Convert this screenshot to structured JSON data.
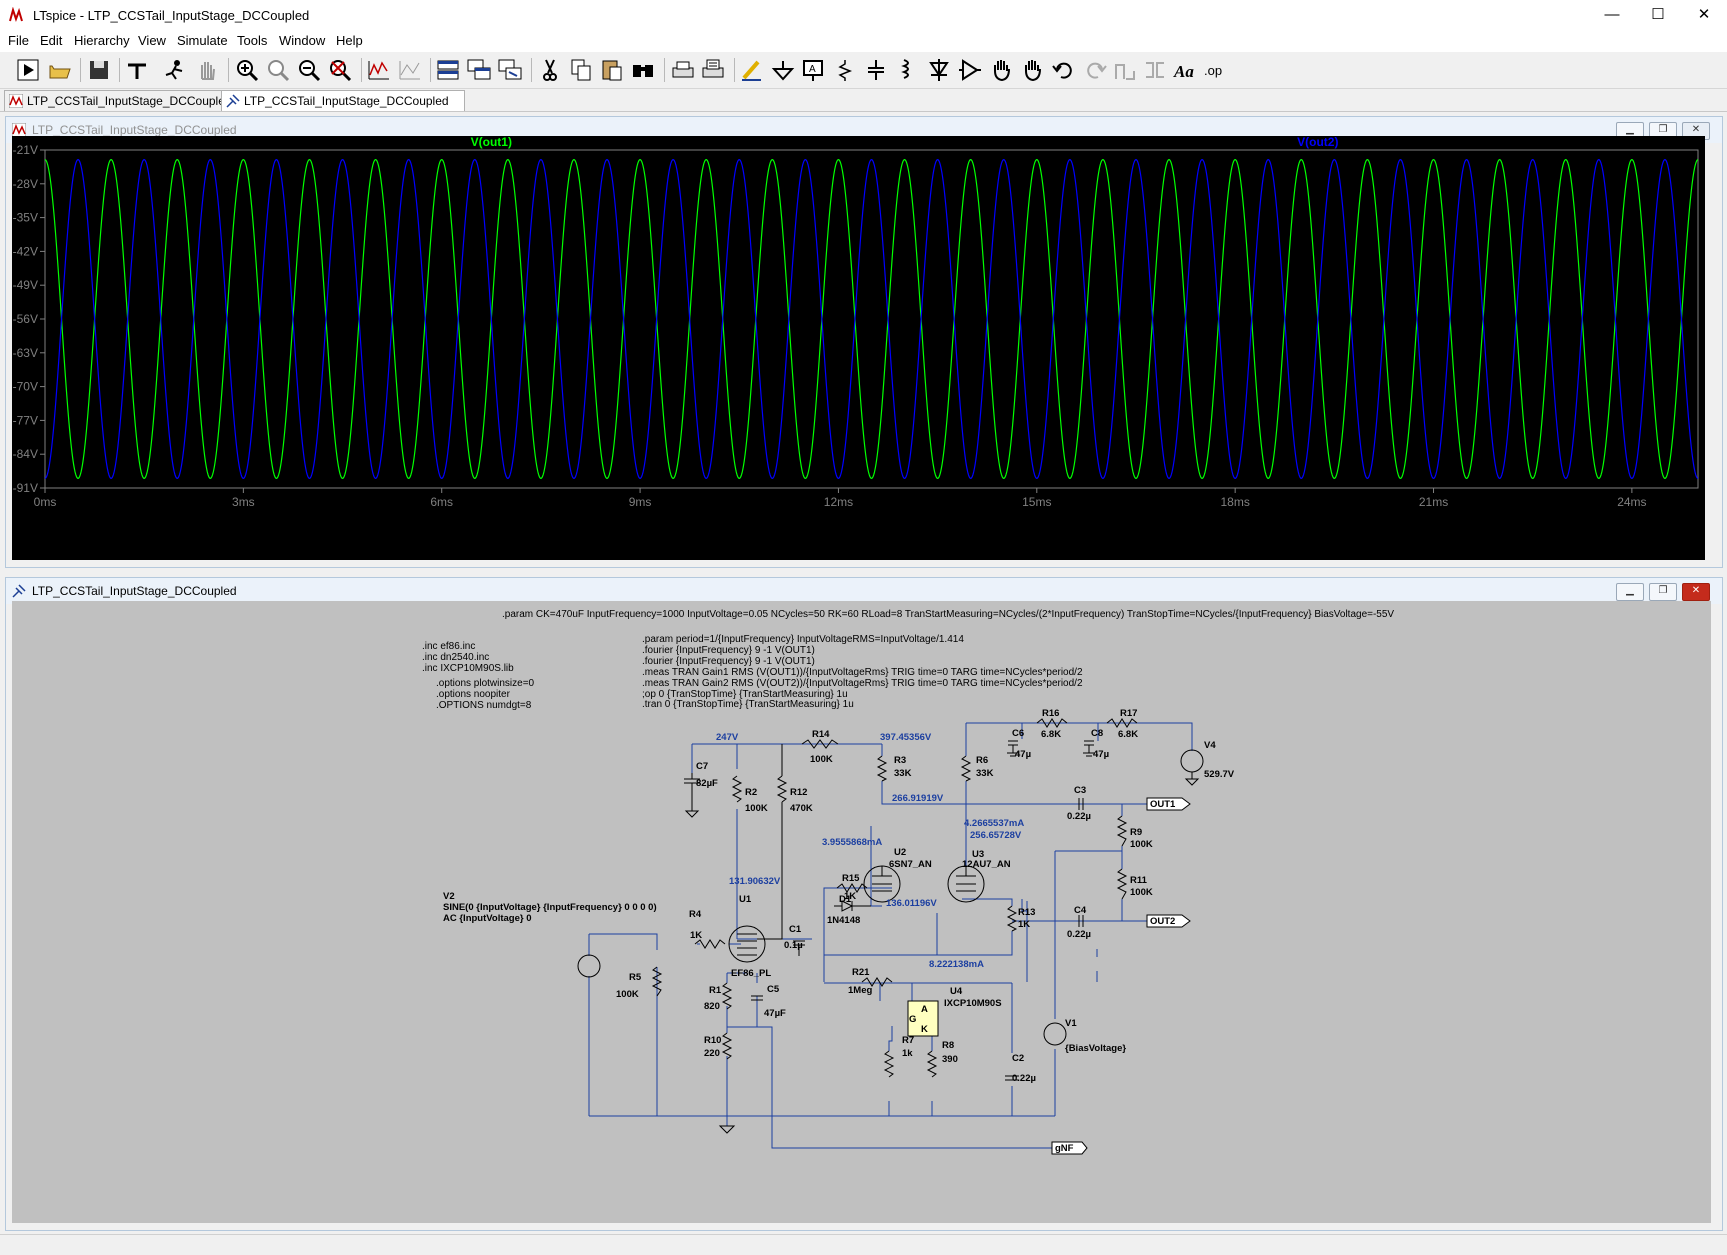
{
  "window": {
    "title": "LTspice - LTP_CCSTail_InputStage_DCCoupled",
    "minimize": "—",
    "maximize": "☐",
    "close": "✕"
  },
  "menu": [
    "File",
    "Edit",
    "Hierarchy",
    "View",
    "Simulate",
    "Tools",
    "Window",
    "Help"
  ],
  "toolbar": [
    "run-icon",
    "open-icon",
    "save-icon",
    "control-panel-icon",
    "run-halt-icon",
    "pan-hand-icon",
    "zoom-in-icon",
    "zoom-area-icon",
    "zoom-out-icon",
    "zoom-fit-icon",
    "autoscale-icon",
    "pick-trace-icon",
    "tile-horizontal-icon",
    "cascade-icon",
    "tile-vertical-icon",
    "cut-icon",
    "copy-icon",
    "paste-icon",
    "find-icon",
    "print-setup-icon",
    "print-icon",
    "draw-wire-icon",
    "ground-icon",
    "label-net-icon",
    "resistor-icon",
    "capacitor-icon",
    "inductor-icon",
    "diode-icon",
    "component-icon",
    "move-hand-icon",
    "drag-hand-icon",
    "undo-icon",
    "redo-icon",
    "rotate-icon",
    "mirror-icon",
    "text-icon",
    "spice-directive-icon"
  ],
  "tabs": [
    {
      "label": "LTP_CCSTail_InputStage_DCCoupled",
      "icon": "waveform-icon",
      "active": false
    },
    {
      "label": "LTP_CCSTail_InputStage_DCCoupled",
      "icon": "schematic-icon",
      "active": true
    }
  ],
  "waveform_window": {
    "title": "LTP_CCSTail_InputStage_DCCoupled",
    "chart_data": {
      "type": "line",
      "background": "#000000",
      "xlim_ms": [
        0,
        25
      ],
      "ylim_V": [
        -91,
        -21
      ],
      "x_ticks": [
        "0ms",
        "3ms",
        "6ms",
        "9ms",
        "12ms",
        "15ms",
        "18ms",
        "21ms",
        "24ms"
      ],
      "x_tick_values": [
        0,
        3,
        6,
        9,
        12,
        15,
        18,
        21,
        24
      ],
      "y_ticks": [
        "-21V",
        "-28V",
        "-35V",
        "-42V",
        "-49V",
        "-56V",
        "-63V",
        "-70V",
        "-77V",
        "-84V",
        "-91V"
      ],
      "y_tick_values": [
        -21,
        -28,
        -35,
        -42,
        -49,
        -56,
        -63,
        -70,
        -77,
        -84,
        -91
      ],
      "series": [
        {
          "name": "V(out1)",
          "color": "#00ff00",
          "frequency_hz": 1000,
          "center_V": -56,
          "amplitude_V": 33,
          "phase_deg": 90
        },
        {
          "name": "V(out2)",
          "color": "#0000ff",
          "frequency_hz": 1000,
          "center_V": -56,
          "amplitude_V": 33,
          "phase_deg": 270
        }
      ]
    }
  },
  "schematic_window": {
    "title": "LTP_CCSTail_InputStage_DCCoupled",
    "directives": {
      "param_main": ".param CK=470uF InputFrequency=1000 InputVoltage=0.05 NCycles=50 RK=60 RLoad=8 TranStartMeasuring=NCycles/(2*InputFrequency) TranStopTime=NCycles/{InputFrequency} BiasVoltage=-55V",
      "inc1": ".inc ef86.inc",
      "inc2": ".inc dn2540.inc",
      "inc3": ".inc IXCP10M90S.lib",
      "opt1": ".options plotwinsize=0",
      "opt2": ".options noopiter",
      "opt3": ".OPTIONS numdgt=8",
      "d1": ".param period=1/{InputFrequency} InputVoltageRMS=InputVoltage/1.414",
      "d2": ".fourier {InputFrequency} 9 -1 V(OUT1)",
      "d3": ".fourier {InputFrequency} 9 -1 V(OUT1)",
      "d4": ".meas TRAN Gain1 RMS (V(OUT1))/{InputVoltageRms} TRIG time=0 TARG time=NCycles*period/2",
      "d5": ".meas TRAN Gain2 RMS (V(OUT2))/{InputVoltageRms} TRIG time=0 TARG time=NCycles*period/2",
      "d6": ";op 0 {TranStopTime} {TranStartMeasuring} 1u",
      "d7": ".tran 0 {TranStopTime} {TranStartMeasuring} 1u"
    },
    "labels": {
      "R14": "R14",
      "R14v": "100K",
      "R3": "R3",
      "R3v": "33K",
      "R6": "R6",
      "R6v": "33K",
      "R16": "R16",
      "R16v": "6.8K",
      "R17": "R17",
      "R17v": "6.8K",
      "C6": "C6",
      "C6v": "47µ",
      "C8": "C8",
      "C8v": "47µ",
      "V4": "V4",
      "V4v": "529.7V",
      "C7": "C7",
      "C7v": "82µF",
      "R2": "R2",
      "R2v": "100K",
      "R12": "R12",
      "R12v": "470K",
      "C3": "C3",
      "C3v": "0.22µ",
      "R9": "R9",
      "R9v": "100K",
      "R11": "R11",
      "R11v": "100K",
      "C4": "C4",
      "C4v": "0.22µ",
      "U2": "U2",
      "U2v": "6SN7_AN",
      "U3": "U3",
      "U3v": "12AU7_AN",
      "R15": "R15",
      "R15v": "1K",
      "D1": "D1",
      "D1v": "1N4148",
      "R13": "R13",
      "R13v": "1K",
      "V2": "V2",
      "V2v1": "SINE(0 {InputVoltage} {InputFrequency} 0 0 0 0)",
      "V2v2": "AC {InputVoltage} 0",
      "R4": "R4",
      "R4v": "1K",
      "U1": "U1",
      "U1v": "EF86_PL",
      "C1": "C1",
      "C1v": "0.1µ",
      "R21": "R21",
      "R21v": "1Meg",
      "R5": "R5",
      "R5v": "100K",
      "R1": "R1",
      "R1v": "820",
      "C5": "C5",
      "C5v": "47µF",
      "R10": "R10",
      "R10v": "220",
      "U4": "U4",
      "U4v": "IXCP10M90S",
      "R7": "R7",
      "R7v": "1k",
      "R8": "R8",
      "R8v": "390",
      "C2": "C2",
      "C2v": "0.22µ",
      "V1": "V1",
      "V1v": "{BiasVoltage}",
      "OUT1": "OUT1",
      "OUT2": "OUT2",
      "gNF": "gNF",
      "pinA": "A",
      "pinG": "G",
      "pinK": "K"
    },
    "op_annotations": {
      "n247": "247V",
      "n397": "397.45356V",
      "n266": "266.91919V",
      "n4266": "4.2665537mA",
      "n256": "256.65728V",
      "n3955": "3.9555868mA",
      "n131": "131.90632V",
      "n136": "136.01196V",
      "n8222": "8.222138mA"
    }
  }
}
